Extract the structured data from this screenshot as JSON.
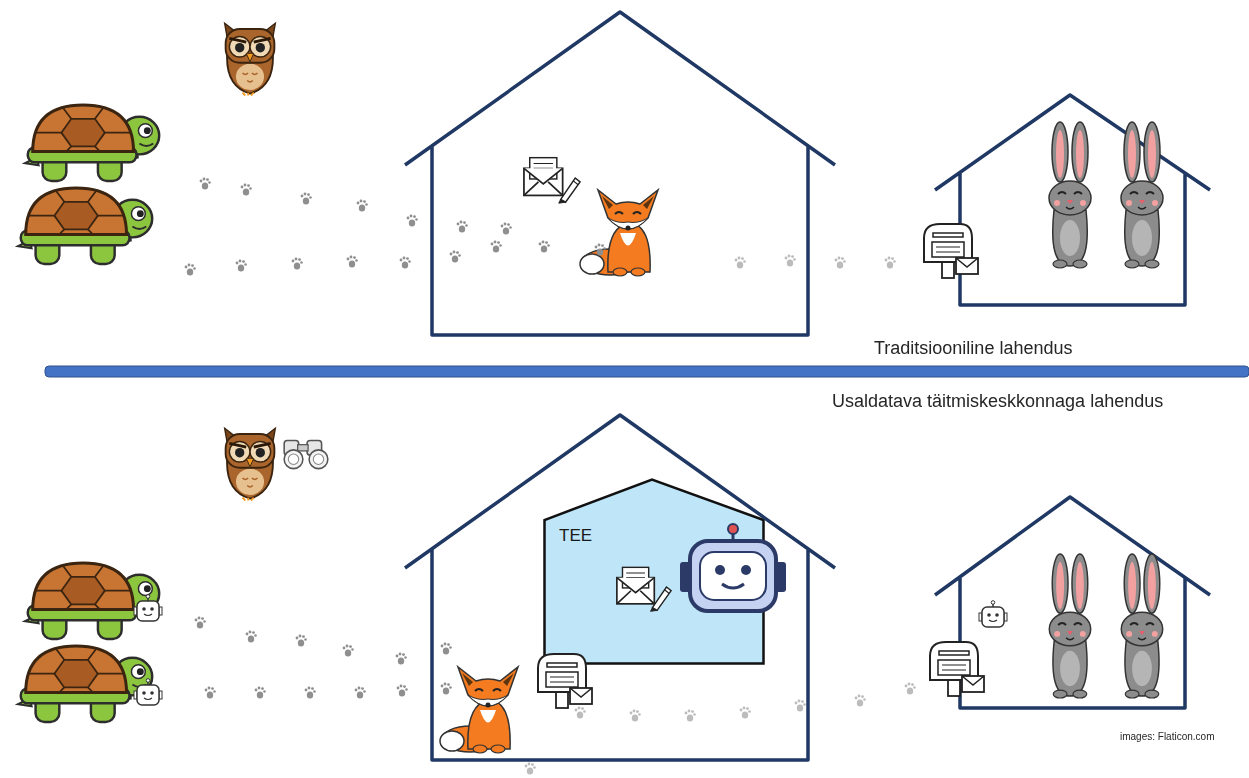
{
  "diagram": {
    "nodes": [
      {
        "text": [
          "TEE"
        ]
      }
    ],
    "labels": [
      "Traditsiooniline lahendus",
      "Usaldatava täitmiskeskkonnaga lahendus",
      "images: Flaticon.com"
    ]
  }
}
